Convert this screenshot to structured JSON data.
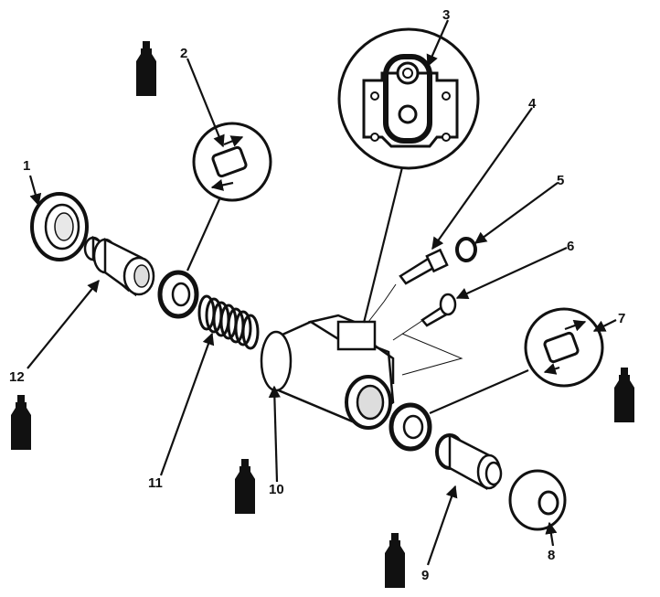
{
  "diagram": {
    "callouts": [
      {
        "id": "1",
        "label": "1"
      },
      {
        "id": "2",
        "label": "2"
      },
      {
        "id": "3",
        "label": "3"
      },
      {
        "id": "4",
        "label": "4"
      },
      {
        "id": "5",
        "label": "5"
      },
      {
        "id": "6",
        "label": "6"
      },
      {
        "id": "7",
        "label": "7"
      },
      {
        "id": "8",
        "label": "8"
      },
      {
        "id": "9",
        "label": "9"
      },
      {
        "id": "10",
        "label": "10"
      },
      {
        "id": "11",
        "label": "11"
      },
      {
        "id": "12",
        "label": "12"
      }
    ],
    "icons": [
      "lubricant-bottle-icon"
    ],
    "colors": {
      "ink": "#111111",
      "background": "#ffffff",
      "shade": "#d0d0d0"
    }
  }
}
